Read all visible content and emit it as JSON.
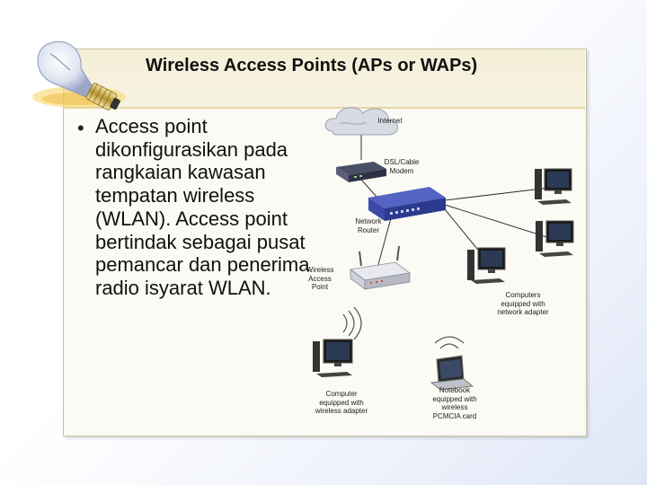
{
  "slide": {
    "title": "Wireless Access Points (APs or WAPs)",
    "bullet": "Access point dikonfigurasikan pada rangkaian kawasan tempatan wireless (WLAN). Access point bertindak sebagai pusat pemancar dan penerima radio isyarat WLAN."
  },
  "diagram": {
    "labels": {
      "internet": "Internet",
      "modem": "DSL/Cable\nModem",
      "router": "Network\nRouter",
      "access_point": "Wireless\nAccess\nPoint",
      "wired_computers": "Computers\nequipped with\nnetwork adapter",
      "wireless_computer": "Computer\nequipped with\nwireless adapter",
      "notebook": "Notebook\nequipped with\nwireless\nPCMCIA card"
    }
  },
  "icons": [
    "lightbulb-icon",
    "cloud-icon",
    "modem-icon",
    "router-icon",
    "access-point-icon",
    "desktop-computer-icon",
    "notebook-icon",
    "wireless-signal-icon"
  ],
  "colors": {
    "title_bar": "#f4efd7",
    "frame_border": "#c9c2a8",
    "router_blue": "#3b4aa8",
    "link_line": "#333333"
  }
}
